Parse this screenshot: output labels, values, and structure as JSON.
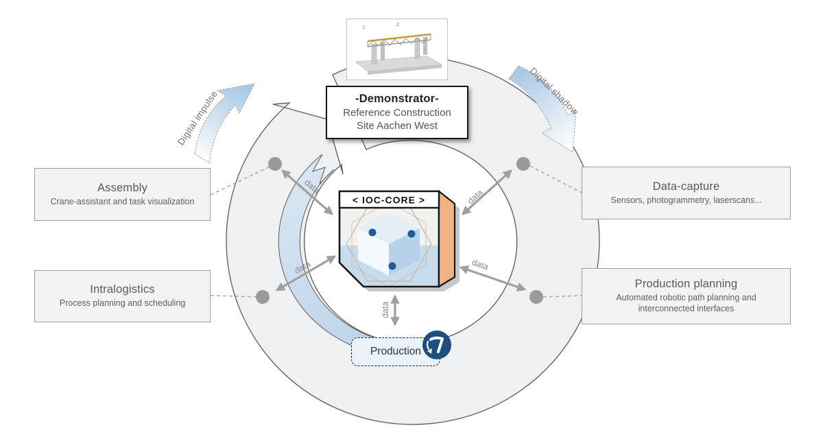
{
  "diagram": {
    "demonstrator": {
      "title": "-Demonstrator-",
      "subtitle": "Reference Construction\nSite Aachen West"
    },
    "photo": {
      "mark1": "1",
      "mark2": "2"
    },
    "core": {
      "label": "< IOC-CORE >"
    },
    "flow": {
      "impulse": "Digital impulse",
      "shadow": "Digital shadow",
      "data": "data"
    },
    "nodes": {
      "assembly": {
        "title": "Assembly",
        "subtitle": "Crane-assistant and task visualization"
      },
      "intralogistics": {
        "title": "Intralogistics",
        "subtitle": "Process planning and scheduling"
      },
      "data_capture": {
        "title": "Data-capture",
        "subtitle": "Sensors, photogrammetry, laserscans..."
      },
      "production_planning": {
        "title": "Production planning",
        "subtitle": "Automated robotic path planning and\ninterconnected interfaces"
      },
      "production": {
        "title": "Production"
      }
    },
    "colors": {
      "ring_gray": "#eff0f1",
      "band_blue": "#cfe0ef",
      "core_orange": "#f3b286",
      "cube_blue": "#b7d2e8",
      "node_dot_blue": "#1d5c94",
      "robot_badge_blue": "#1e4e7d"
    }
  }
}
